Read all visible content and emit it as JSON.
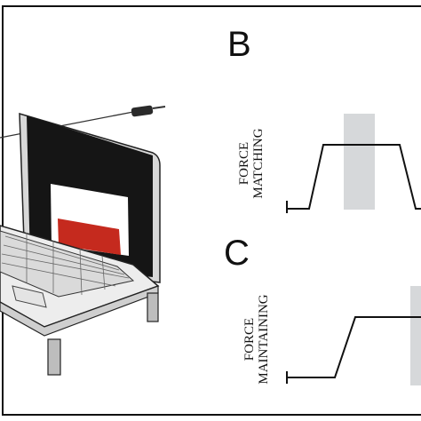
{
  "panels": {
    "b": {
      "letter": "B",
      "ylabel_line1": "FORCE",
      "ylabel_line2": "MATCHING"
    },
    "c": {
      "letter": "C",
      "ylabel_line1": "FORCE",
      "ylabel_line2": "MAINTAINING"
    }
  },
  "colors": {
    "ink": "#111111",
    "screen": "#151515",
    "target_bar": "#c52a1e",
    "highlight_band": "#d6d8da",
    "laptop_body": "#e9e9e9"
  },
  "icons": [
    "laptop-icon",
    "force-sensor-icon",
    "cable-icon"
  ]
}
